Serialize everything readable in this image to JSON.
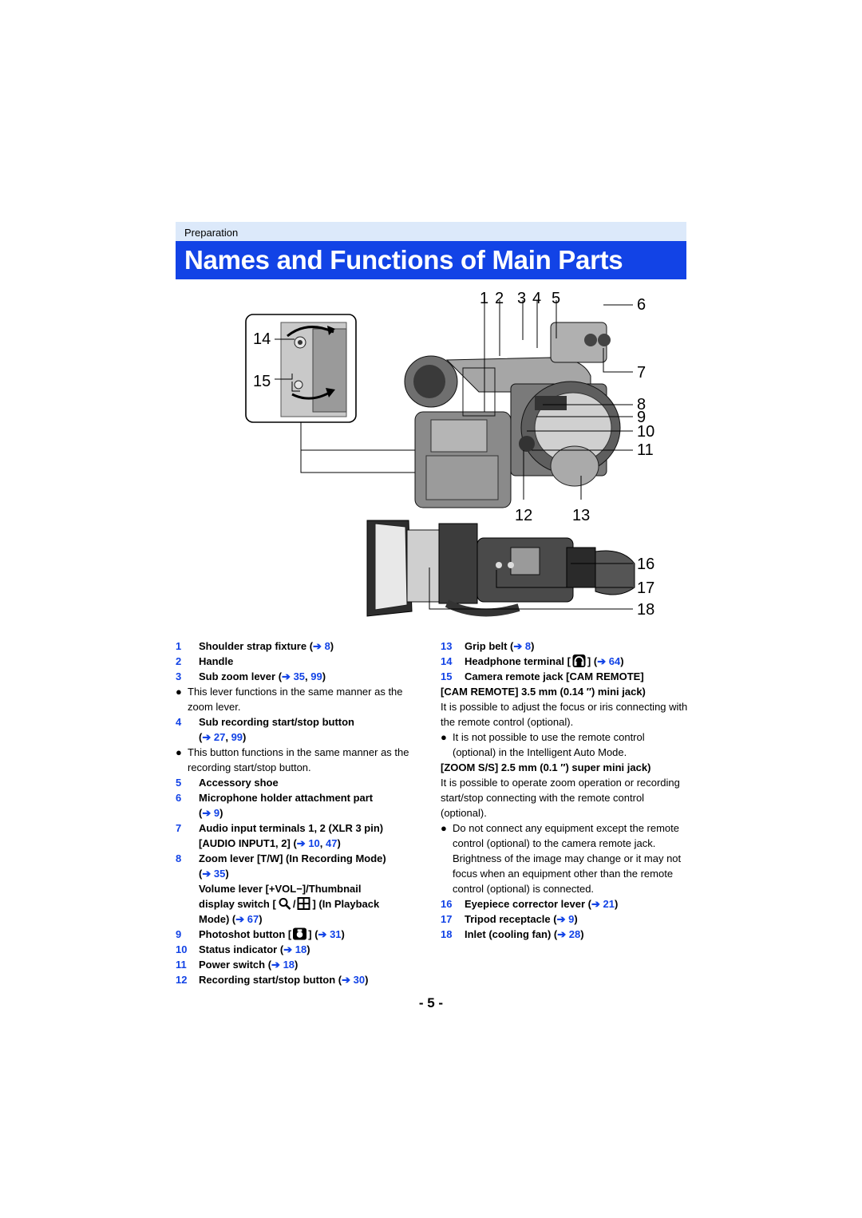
{
  "header": {
    "section": "Preparation",
    "title": "Names and Functions of Main Parts"
  },
  "figure": {
    "callouts": [
      "1",
      "2",
      "3",
      "4",
      "5",
      "6",
      "7",
      "8",
      "9",
      "10",
      "11",
      "12",
      "13",
      "14",
      "15",
      "16",
      "17",
      "18"
    ]
  },
  "left": {
    "i1_num": "1",
    "i1_text": "Shoulder strap fixture (",
    "i1_r1": "8",
    "i1_end": ")",
    "i2_num": "2",
    "i2_text": "Handle",
    "i3_num": "3",
    "i3_text": "Sub zoom lever (",
    "i3_r1": "35",
    "i3_sep": ", ",
    "i3_r2": "99",
    "i3_end": ")",
    "i3_note": "This lever functions in the same manner as the zoom lever.",
    "i4_num": "4",
    "i4_text": "Sub recording start/stop button",
    "i4_open": "(",
    "i4_r1": "27",
    "i4_sep": ", ",
    "i4_r2": "99",
    "i4_end": ")",
    "i4_note": "This button functions in the same manner as the recording start/stop button.",
    "i5_num": "5",
    "i5_text": "Accessory shoe",
    "i6_num": "6",
    "i6_text": "Microphone holder attachment part",
    "i6_open": "(",
    "i6_r1": "9",
    "i6_end": ")",
    "i7_num": "7",
    "i7_text": "Audio input terminals 1, 2 (XLR 3 pin)",
    "i7_text2": "[AUDIO INPUT1, 2] (",
    "i7_r1": "10",
    "i7_sep": ", ",
    "i7_r2": "47",
    "i7_end": ")",
    "i8_num": "8",
    "i8_text": "Zoom lever [T/W] (In Recording Mode)",
    "i8_open": "(",
    "i8_r1": "35",
    "i8_end": ")",
    "i8_vol": "Volume lever [+VOL−]/Thumbnail",
    "i8_disp_a": "display switch [",
    "i8_disp_b": "/",
    "i8_disp_c": "] (In Playback",
    "i8_mode": "Mode) (",
    "i8_r2": "67",
    "i8_end2": ")",
    "i9_num": "9",
    "i9_text_a": "Photoshot button [",
    "i9_text_b": "] (",
    "i9_r1": "31",
    "i9_end": ")",
    "i10_num": "10",
    "i10_text": "Status indicator (",
    "i10_r1": "18",
    "i10_end": ")",
    "i11_num": "11",
    "i11_text": "Power switch (",
    "i11_r1": "18",
    "i11_end": ")",
    "i12_num": "12",
    "i12_text": "Recording start/stop button (",
    "i12_r1": "30",
    "i12_end": ")"
  },
  "right": {
    "i13_num": "13",
    "i13_text": "Grip belt (",
    "i13_r1": "8",
    "i13_end": ")",
    "i14_num": "14",
    "i14_text_a": "Headphone terminal [",
    "i14_text_b": "] (",
    "i14_r1": "64",
    "i14_end": ")",
    "i15_num": "15",
    "i15_text": "Camera remote jack [CAM REMOTE]",
    "i15_sub1": "[CAM REMOTE] 3.5 mm (0.14 ″) mini jack)",
    "i15_p1": "It is possible to adjust the focus or iris connecting with the remote control (optional).",
    "i15_note1": "It is not possible to use the remote control (optional) in the Intelligent Auto Mode.",
    "i15_sub2": "[ZOOM S/S] 2.5 mm (0.1 ″) super mini jack)",
    "i15_p2": "It is possible to operate zoom operation or recording start/stop connecting with the remote control (optional).",
    "i15_note2": "Do not connect any equipment except the remote control (optional) to the camera remote jack. Brightness of the image may change or it may not focus when an equipment other than the remote control (optional) is connected.",
    "i16_num": "16",
    "i16_text": "Eyepiece corrector lever (",
    "i16_r1": "21",
    "i16_end": ")",
    "i17_num": "17",
    "i17_text": "Tripod receptacle (",
    "i17_r1": "9",
    "i17_end": ")",
    "i18_num": "18",
    "i18_text": "Inlet (cooling fan) (",
    "i18_r1": "28",
    "i18_end": ")"
  },
  "icons": {
    "arrow": "➔",
    "bullet": "●"
  },
  "footer": {
    "page": "- 5 -"
  }
}
